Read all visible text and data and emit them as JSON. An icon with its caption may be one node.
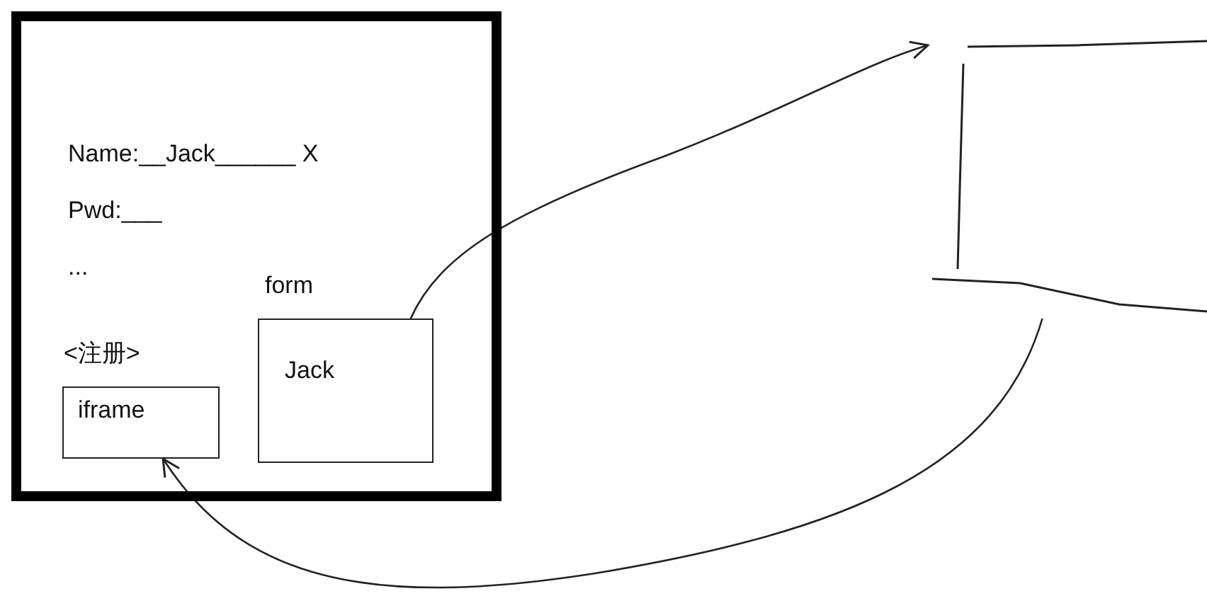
{
  "diagram": {
    "nodes": [
      {
        "text": [
          "Name:__Jack______ X",
          "Pwd:___",
          "..."
        ]
      },
      {
        "text": [
          "<注册>",
          "iframe"
        ],
        "in": 0
      },
      {
        "text": [
          "form",
          "Jack"
        ],
        "in": 0
      },
      {
        "text": [],
        "shape": "box"
      }
    ],
    "edges": [
      {
        "from": 2,
        "to": 3,
        "arrow": "to"
      },
      {
        "from": 3,
        "to": 1,
        "arrow": "to"
      }
    ]
  }
}
